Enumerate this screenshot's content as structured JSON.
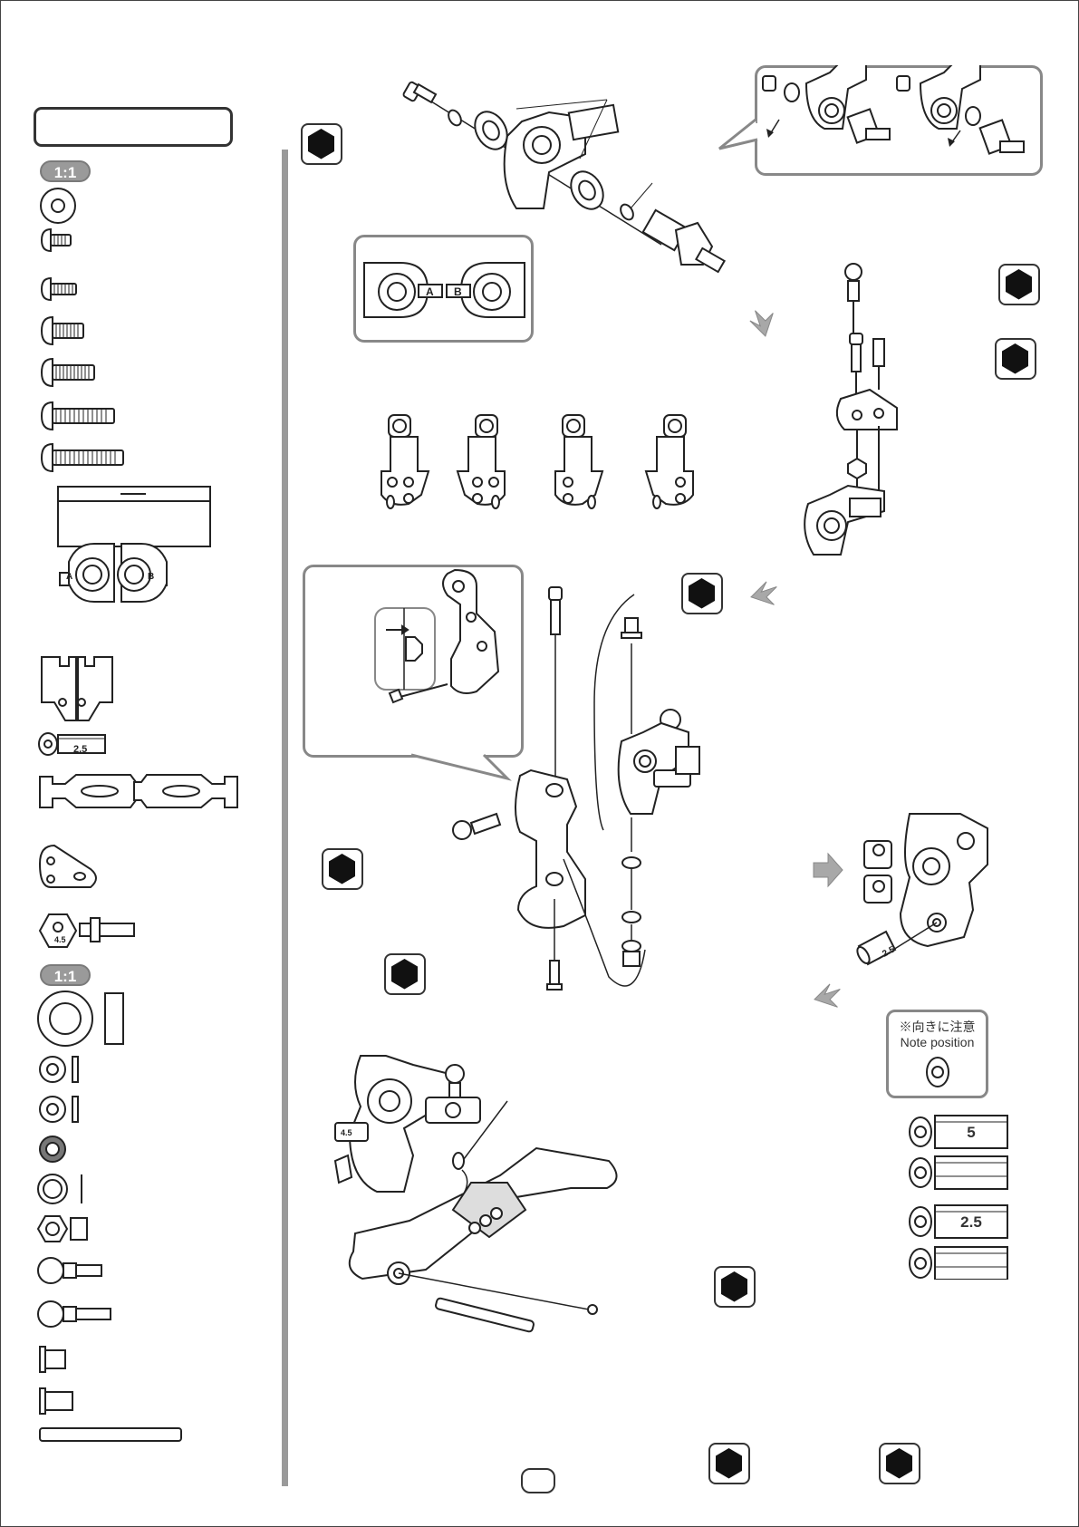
{
  "parts": {
    "scale_1": "1:1",
    "scale_2": "1:1",
    "hub_labels": [
      "A",
      "B"
    ],
    "spacer_label": "2.5",
    "hex_label": "4.5"
  },
  "inset": {
    "hub_labels": [
      "A",
      "B"
    ]
  },
  "note": {
    "line_ja": "※向きに注意",
    "line_en": "Note position"
  },
  "shims": [
    "5",
    "",
    "2.5",
    ""
  ],
  "assembly_labels": {
    "pin_label": "2.5",
    "hub_label": "4.5"
  },
  "colors": {
    "line": "#222222",
    "panel_border": "#888888",
    "divider": "#9a9a9a",
    "arrow_gray": "#a8a8a8",
    "hex_fill": "#111111"
  }
}
